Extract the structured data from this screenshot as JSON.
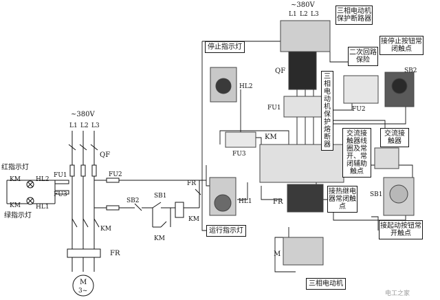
{
  "left_circuit": {
    "supply": "~380V",
    "phases": [
      "L1",
      "L2",
      "L3"
    ],
    "breaker": "QF",
    "fuse1": "FU1",
    "fuse2": "FU2",
    "fuse3": "FU3",
    "red_lamp_caption": "红指示灯",
    "green_lamp_caption": "绿指示灯",
    "hl2": "HL2",
    "hl1": "HL1",
    "km_labels": [
      "KM",
      "KM",
      "KM",
      "KM",
      "KM"
    ],
    "sb2": "SB2",
    "sb1": "SB1",
    "fr": "FR",
    "fr_bottom": "FR",
    "motor": "M",
    "motor_sub": "3~"
  },
  "right_board": {
    "supply": "~380V",
    "phases": [
      "L1",
      "L2",
      "L3"
    ],
    "qf": "QF",
    "fu1": "FU1",
    "fu2": "FU2",
    "fu3": "FU3",
    "km": "KM",
    "fr": "FR",
    "hl2": "HL2",
    "hl1": "HL1",
    "sb2": "SB2",
    "sb1": "SB1",
    "m": "M"
  },
  "callouts": {
    "stop_lamp": "停止指示灯",
    "run_lamp": "运行指示灯",
    "breaker_protect": "三相电动机保护断路器",
    "fuse_protect": "三相电动机保护熔断器",
    "secondary_fuse": "二次回路保险",
    "stop_button": "接停止按钮常闭触点",
    "contactor_coil": "交流接触器线圈及常开、常闭辅助触点",
    "contactor": "交流接触器",
    "thermal_relay": "接热继电器常闭触点",
    "start_button": "接起动按钮常开触点",
    "motor": "三相电动机"
  },
  "watermark": "电工之家"
}
